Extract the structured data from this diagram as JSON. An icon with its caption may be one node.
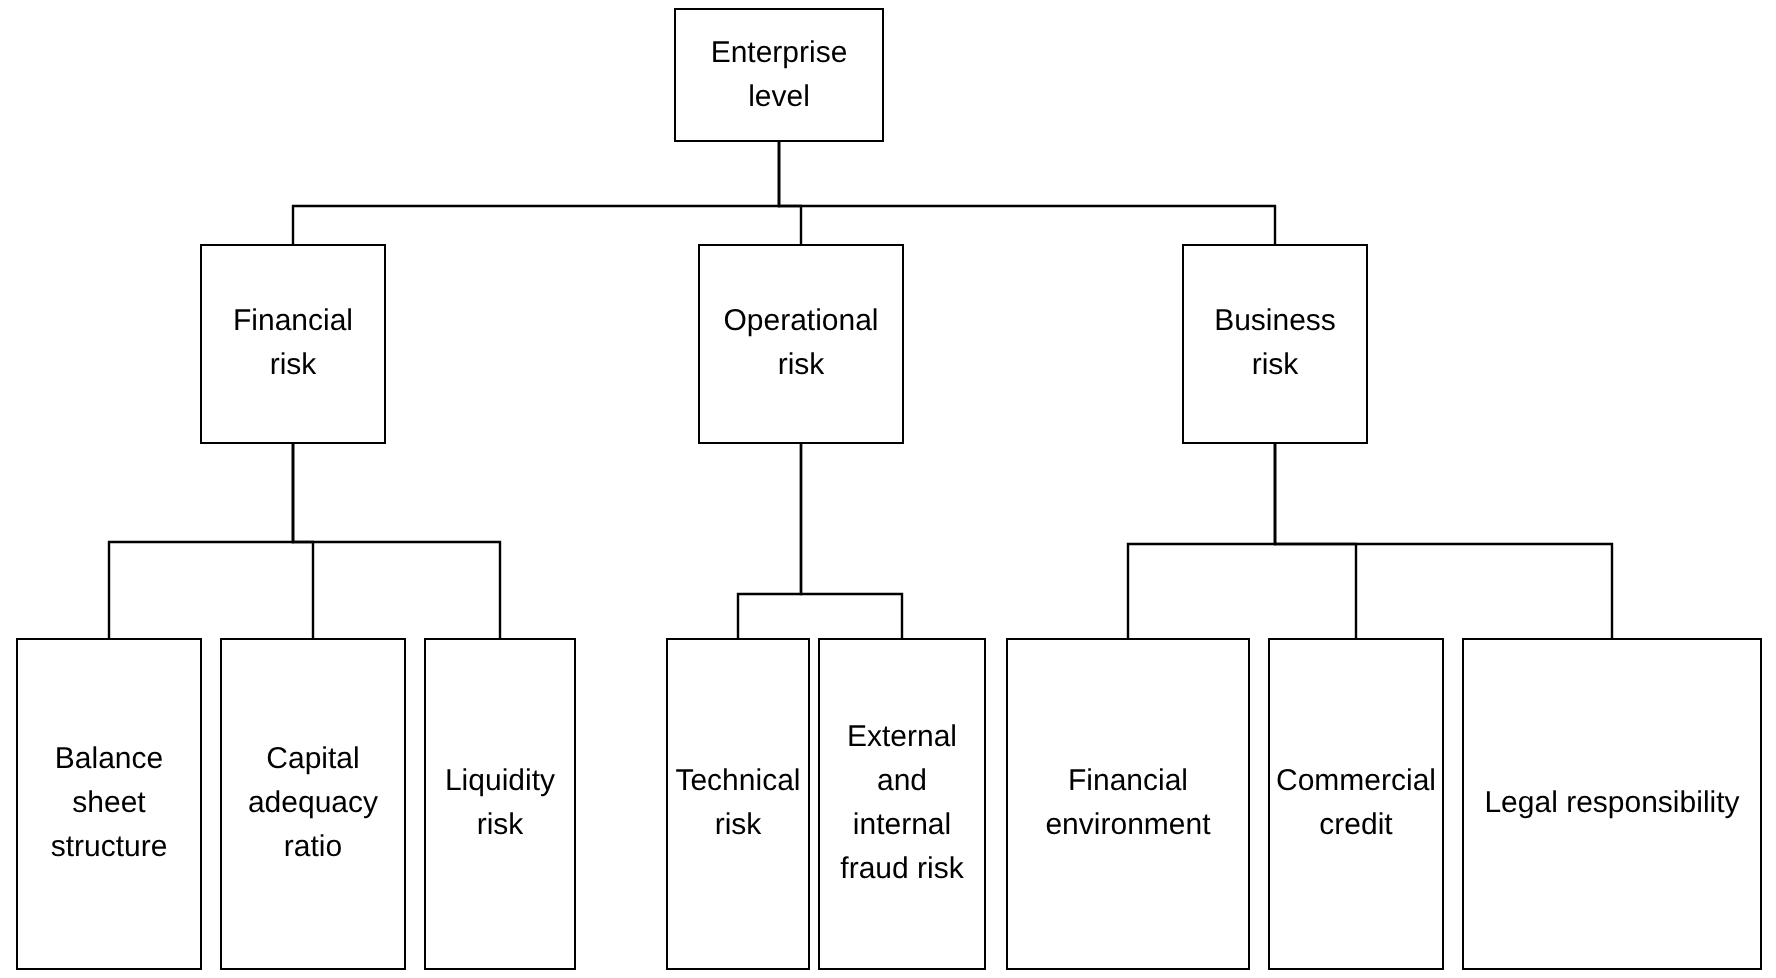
{
  "diagram": {
    "nodes": [
      {
        "text": [
          "Enterprise level"
        ]
      },
      {
        "text": [
          "Financial risk"
        ]
      },
      {
        "text": [
          "Operational risk"
        ]
      },
      {
        "text": [
          "Business risk"
        ]
      },
      {
        "text": [
          "Balance sheet structure"
        ]
      },
      {
        "text": [
          "Capital adequacy ratio"
        ]
      },
      {
        "text": [
          "Liquidity risk"
        ]
      },
      {
        "text": [
          "Technical risk"
        ]
      },
      {
        "text": [
          "External and internal fraud risk"
        ]
      },
      {
        "text": [
          "Financial environment"
        ]
      },
      {
        "text": [
          "Commercial credit"
        ]
      },
      {
        "text": [
          "Legal responsibility"
        ]
      }
    ],
    "edges": [
      {
        "from": 0,
        "to": 1,
        "arrow": "none"
      },
      {
        "from": 0,
        "to": 2,
        "arrow": "none"
      },
      {
        "from": 0,
        "to": 3,
        "arrow": "none"
      },
      {
        "from": 1,
        "to": 4,
        "arrow": "none"
      },
      {
        "from": 1,
        "to": 5,
        "arrow": "none"
      },
      {
        "from": 1,
        "to": 6,
        "arrow": "none"
      },
      {
        "from": 2,
        "to": 7,
        "arrow": "none"
      },
      {
        "from": 2,
        "to": 8,
        "arrow": "none"
      },
      {
        "from": 3,
        "to": 9,
        "arrow": "none"
      },
      {
        "from": 3,
        "to": 10,
        "arrow": "none"
      },
      {
        "from": 3,
        "to": 11,
        "arrow": "none"
      }
    ]
  }
}
